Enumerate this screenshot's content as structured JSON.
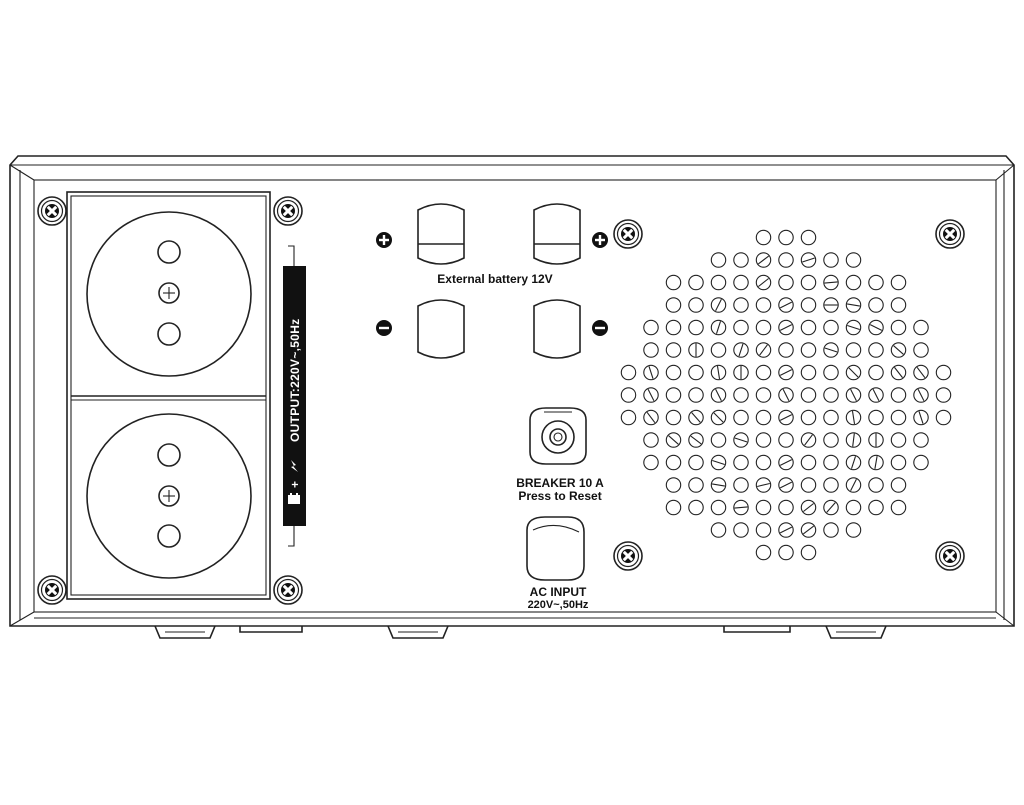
{
  "labels": {
    "external_battery": "External battery 12V",
    "breaker_line1": "BREAKER 10 A",
    "breaker_line2": "Press to Reset",
    "ac_input_line1": "AC INPUT",
    "ac_input_line2": "220V~,50Hz",
    "output_strip": "OUTPUT:220V~,50Hz",
    "plus_sign": "+",
    "minus_sign": "−"
  },
  "icons": {
    "screw": "phillips-screw-icon",
    "battery": "battery-icon",
    "bolt": "lightning-bolt-icon"
  }
}
